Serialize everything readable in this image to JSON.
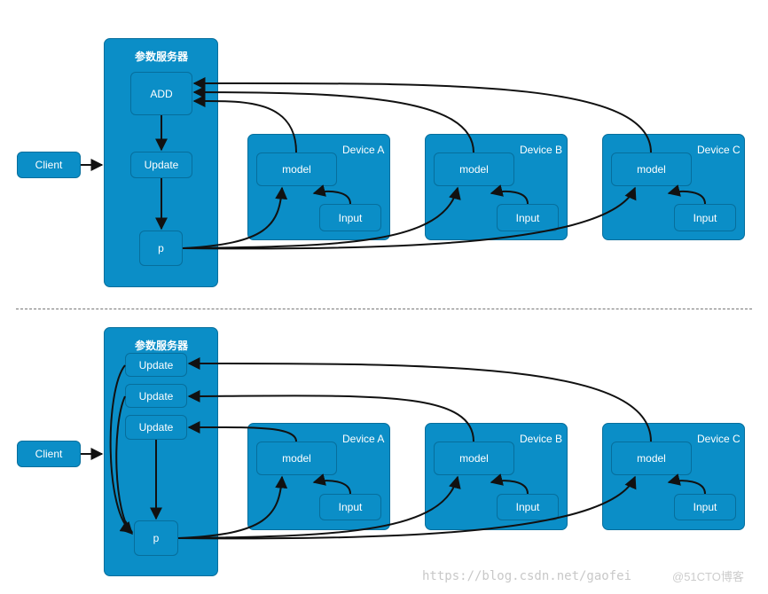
{
  "top": {
    "client": "Client",
    "server_title": "参数服务器",
    "add": "ADD",
    "update": "Update",
    "p": "p",
    "devices": [
      {
        "title": "Device A",
        "model": "model",
        "input": "Input"
      },
      {
        "title": "Device B",
        "model": "model",
        "input": "Input"
      },
      {
        "title": "Device C",
        "model": "model",
        "input": "Input"
      }
    ]
  },
  "bottom": {
    "client": "Client",
    "server_title": "参数服务器",
    "updates": [
      "Update",
      "Update",
      "Update"
    ],
    "p": "p",
    "devices": [
      {
        "title": "Device A",
        "model": "model",
        "input": "Input"
      },
      {
        "title": "Device B",
        "model": "model",
        "input": "Input"
      },
      {
        "title": "Device C",
        "model": "model",
        "input": "Input"
      }
    ]
  },
  "watermark": "https://blog.csdn.net/gaofei",
  "badge": "@51CTO博客",
  "colors": {
    "node_fill": "#0b8ec7",
    "node_border": "#066e9c",
    "arrow": "#111111",
    "text": "#ffffff"
  }
}
